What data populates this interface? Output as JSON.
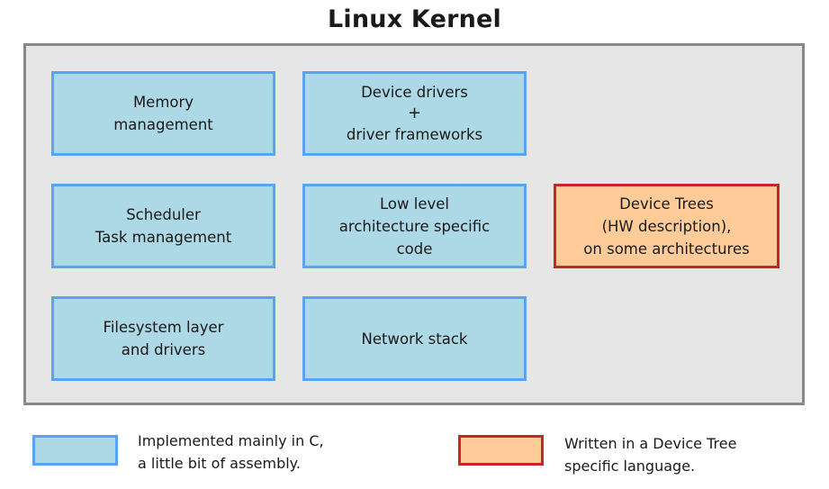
{
  "title": "Linux Kernel",
  "colors": {
    "c_fill": "#add8e6",
    "c_border": "#5aa3f2",
    "dt_fill": "#ffcc99",
    "dt_border": "#c42727",
    "frame_fill": "#e6e6e6",
    "frame_border": "#888888"
  },
  "boxes": {
    "memory": [
      "Memory",
      "management"
    ],
    "drivers": [
      "Device drivers",
      "+",
      "driver frameworks"
    ],
    "scheduler": [
      "Scheduler",
      "Task management"
    ],
    "lowlevel": [
      "Low level",
      "architecture specific",
      "code"
    ],
    "devicetrees": [
      "Device Trees",
      "(HW description),",
      "on some architectures"
    ],
    "filesystem": [
      "Filesystem layer",
      "and drivers"
    ],
    "network": [
      "Network stack"
    ]
  },
  "legend": {
    "c": [
      "Implemented mainly in C,",
      "a little bit of assembly."
    ],
    "dt": [
      "Written in a Device Tree",
      "specific language."
    ]
  }
}
